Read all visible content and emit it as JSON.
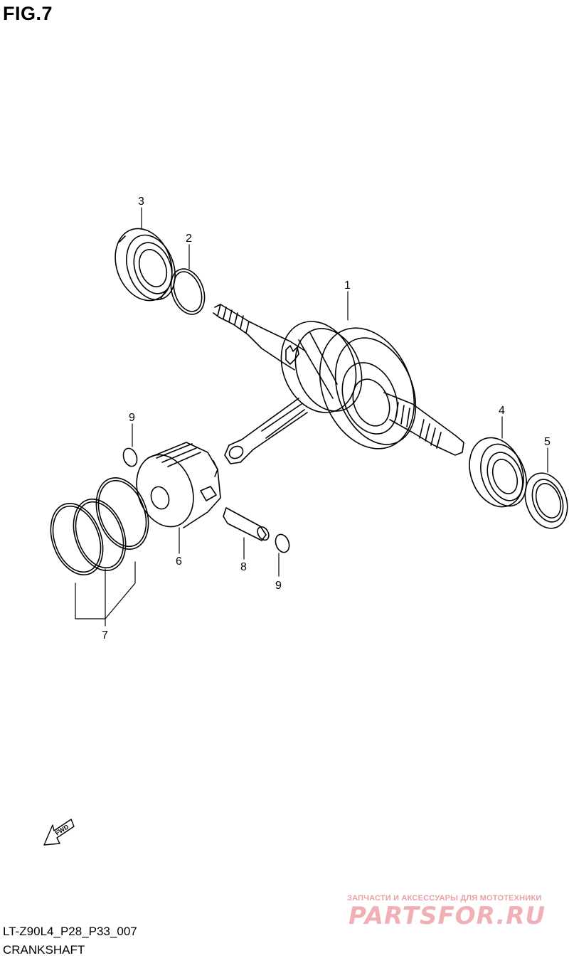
{
  "figure": {
    "title": "FIG.7"
  },
  "callouts": [
    {
      "id": "part-1",
      "label": "1"
    },
    {
      "id": "part-2",
      "label": "2"
    },
    {
      "id": "part-3",
      "label": "3"
    },
    {
      "id": "part-4",
      "label": "4"
    },
    {
      "id": "part-5",
      "label": "5"
    },
    {
      "id": "part-6",
      "label": "6"
    },
    {
      "id": "part-7",
      "label": "7"
    },
    {
      "id": "part-8",
      "label": "8"
    },
    {
      "id": "part-9a",
      "label": "9"
    },
    {
      "id": "part-9b",
      "label": "9"
    }
  ],
  "fwd_arrow": {
    "label": "FWD"
  },
  "footer": {
    "code": "LT-Z90L4_P28_P33_007",
    "name": "CRANKSHAFT"
  },
  "watermark": {
    "tagline": "ЗАПЧАСТИ И АКСЕССУАРЫ ДЛЯ МОТОТЕХНИКИ",
    "logo": "PARTSFOR.RU"
  },
  "colors": {
    "line": "#000000",
    "background": "#ffffff",
    "watermark": "#f0b0b6"
  }
}
